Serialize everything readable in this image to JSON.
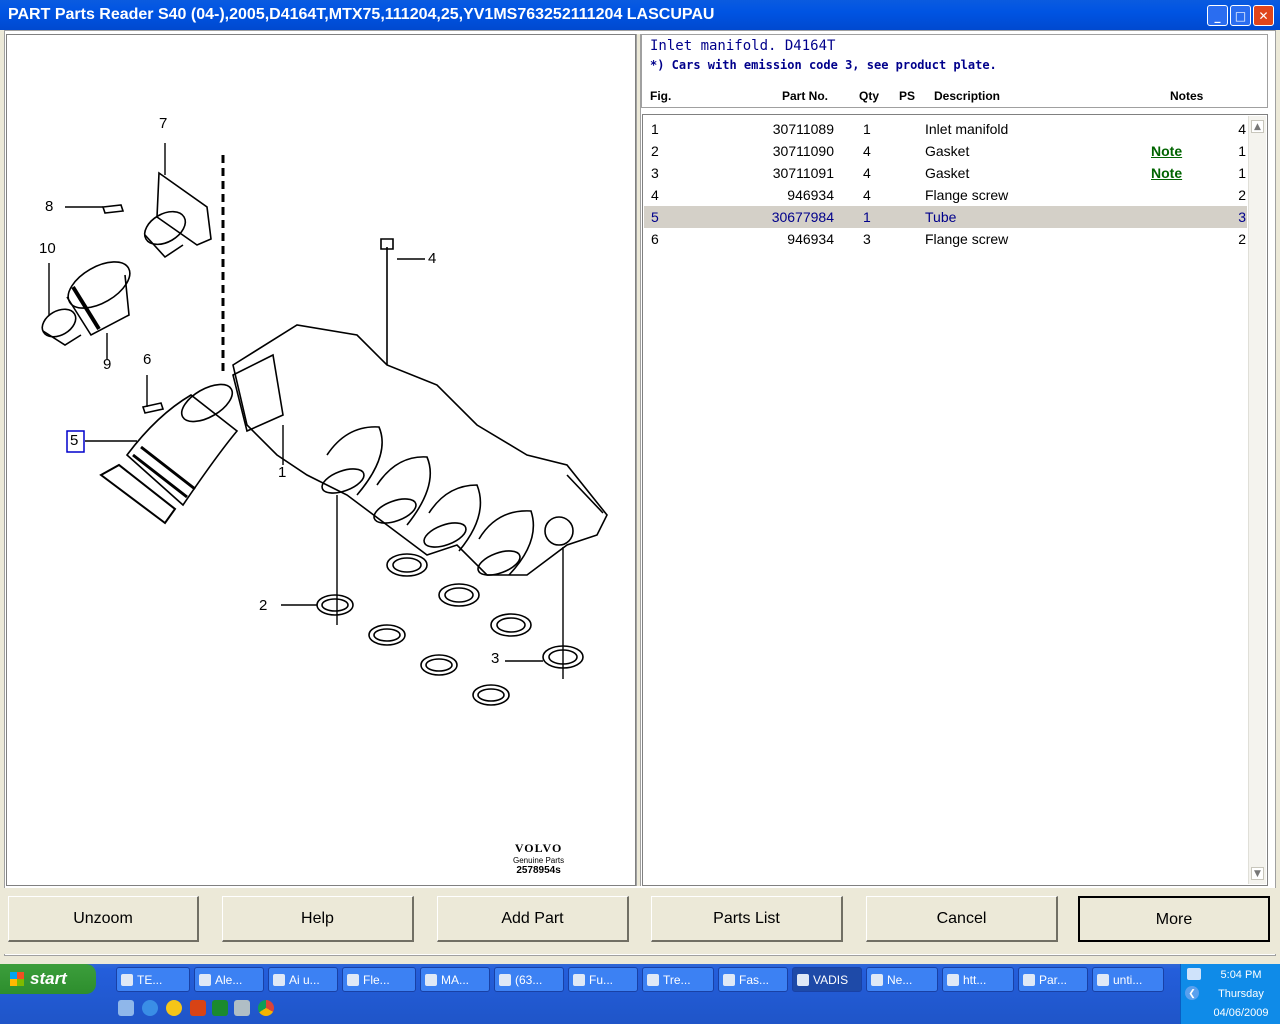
{
  "window": {
    "title": "PART Parts Reader S40 (04-),2005,D4164T,MTX75,111204,25,YV1MS763252111204 LASCUPAU",
    "minimize": "_",
    "maximize": "□",
    "close": "✕"
  },
  "diagram": {
    "labels": [
      "1",
      "2",
      "3",
      "4",
      "5",
      "6",
      "7",
      "8",
      "9",
      "10"
    ],
    "selected_label": "5",
    "brand": "VOLVO",
    "brand_sub": "Genuine Parts",
    "drawing_no": "2578954s"
  },
  "header": {
    "title": "Inlet manifold. D4164T",
    "note": "*) Cars with emission code 3, see product plate.",
    "columns": {
      "fig": "Fig.",
      "part": "Part No.",
      "qty": "Qty",
      "ps": "PS",
      "desc": "Description",
      "notes": "Notes"
    }
  },
  "rows": [
    {
      "fig": "1",
      "part": "30711089",
      "qty": "1",
      "desc": "Inlet manifold",
      "note": "",
      "n": "4"
    },
    {
      "fig": "2",
      "part": "30711090",
      "qty": "4",
      "desc": "Gasket",
      "note": "Note",
      "n": "1"
    },
    {
      "fig": "3",
      "part": "30711091",
      "qty": "4",
      "desc": "Gasket",
      "note": "Note",
      "n": "1"
    },
    {
      "fig": "4",
      "part": "946934",
      "qty": "4",
      "desc": "Flange screw",
      "note": "",
      "n": "2"
    },
    {
      "fig": "5",
      "part": "30677984",
      "qty": "1",
      "desc": "Tube",
      "note": "",
      "n": "3"
    },
    {
      "fig": "6",
      "part": "946934",
      "qty": "3",
      "desc": "Flange screw",
      "note": "",
      "n": "2"
    }
  ],
  "buttons": {
    "unzoom": "Unzoom",
    "help": "Help",
    "add_part": "Add Part",
    "parts_list": "Parts List",
    "cancel": "Cancel",
    "more": "More"
  },
  "taskbar": {
    "start": "start",
    "tasks": [
      "TE...",
      "Ale...",
      "Ai u...",
      "Fle...",
      "MA...",
      "(63...",
      "Fu...",
      "Tre...",
      "Fas...",
      "VADIS",
      "Ne...",
      "htt...",
      "Par...",
      "unti..."
    ],
    "time": "5:04 PM",
    "day": "Thursday",
    "date": "04/06/2009"
  },
  "colors": {
    "titlebar": "#0054e3",
    "selected_row": "#d4d0c8",
    "header_text": "#00008b",
    "note_link": "#006400",
    "taskbar": "#245edb"
  }
}
